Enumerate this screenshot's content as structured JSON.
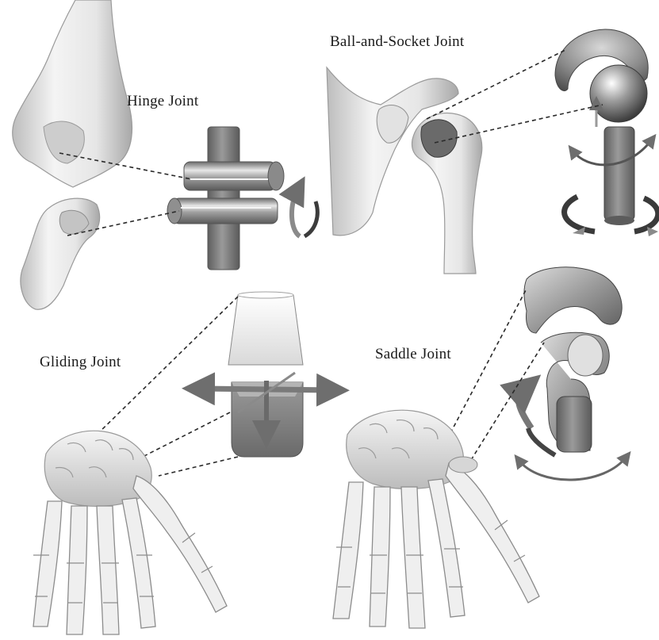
{
  "labels": {
    "hinge": "Hinge Joint",
    "ball_and_socket": "Ball-and-Socket Joint",
    "gliding": "Gliding Joint",
    "saddle": "Saddle Joint"
  },
  "colors": {
    "background": "#ffffff",
    "bone_light": "#f2f2f2",
    "bone_mid": "#cfcfcf",
    "bone_dark": "#8a8a8a",
    "model_dark": "#6e6e6e",
    "arrow_grey": "#7d7d7d"
  },
  "icons": {
    "hinge_rotation": "curved-arrow-icon",
    "ball_rotation": "rotation-arrows-icon",
    "gliding_motion": "cross-arrows-icon",
    "saddle_rotation": "curved-arrow-icon"
  }
}
